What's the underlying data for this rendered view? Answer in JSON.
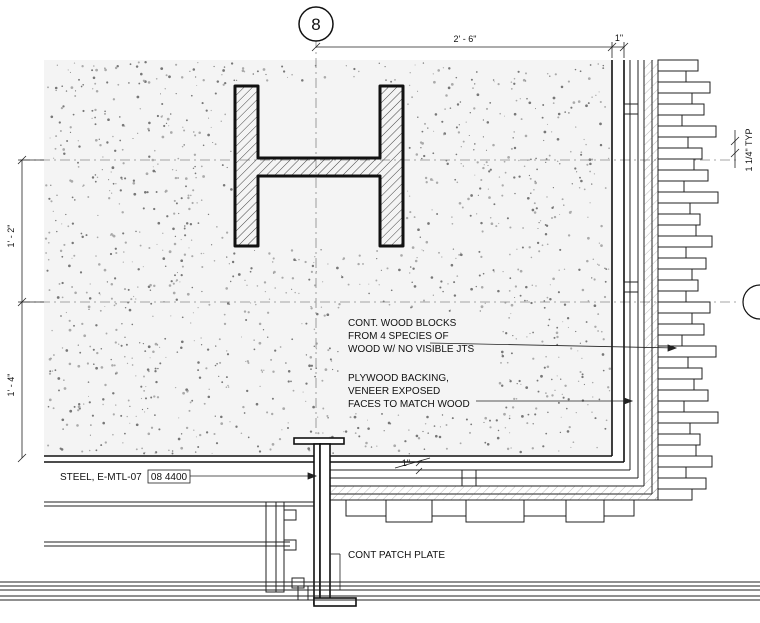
{
  "grid_bubble": {
    "label": "8"
  },
  "dimensions": {
    "top_width": "2' - 6\"",
    "top_small": "1\"",
    "upper_left": "1' - 2\"",
    "lower_left": "1' - 4\"",
    "brick_course": "1 1/4\" TYP",
    "gap_small": "1\""
  },
  "notes": {
    "wood_blocks": [
      "CONT. WOOD BLOCKS",
      "FROM 4 SPECIES OF",
      "WOOD W/ NO VISIBLE JTS"
    ],
    "plywood": [
      "PLYWOOD BACKING,",
      "VENEER EXPOSED",
      "FACES TO MATCH WOOD"
    ],
    "patch_plate": "CONT PATCH PLATE"
  },
  "steel_tag": {
    "label": "STEEL, E-MTL-07",
    "code": "08 4400"
  }
}
